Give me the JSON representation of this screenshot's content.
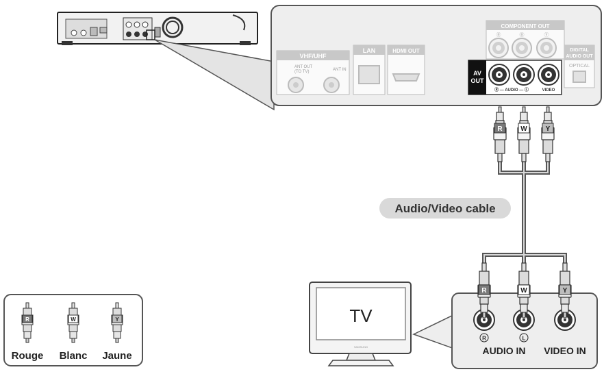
{
  "panel": {
    "component_out": "COMPONENT OUT",
    "comp_marks": [
      "Ⓡ",
      "Ⓑ",
      "Ⓨ"
    ],
    "vhf_uhf": "VHF/UHF",
    "ant_out": "ANT OUT",
    "to_tv": "(TO TV)",
    "ant_in": "ANT IN",
    "lan": "LAN",
    "hdmi_out": "HDMI OUT",
    "digital_audio_out_1": "DIGITAL",
    "digital_audio_out_2": "AUDIO OUT",
    "optical": "OPTICAL",
    "av_out_1": "AV",
    "av_out_2": "OUT",
    "audio_label": "Ⓡ — AUDIO — Ⓛ",
    "video_label": "VIDEO"
  },
  "plugs": {
    "red": "R",
    "white": "W",
    "yellow": "Y"
  },
  "cable_label": "Audio/Video cable",
  "tv": {
    "label": "TV",
    "brand": "SAMSUNG",
    "r_mark": "R",
    "l_mark": "L",
    "audio_in": "AUDIO IN",
    "video_in": "VIDEO IN"
  },
  "legend": {
    "rouge": "Rouge",
    "blanc": "Blanc",
    "jaune": "Jaune"
  },
  "colors": {
    "panel_fill": "#eeeeee",
    "outline": "#555555",
    "cable_label_bg": "#d9d9d9"
  }
}
